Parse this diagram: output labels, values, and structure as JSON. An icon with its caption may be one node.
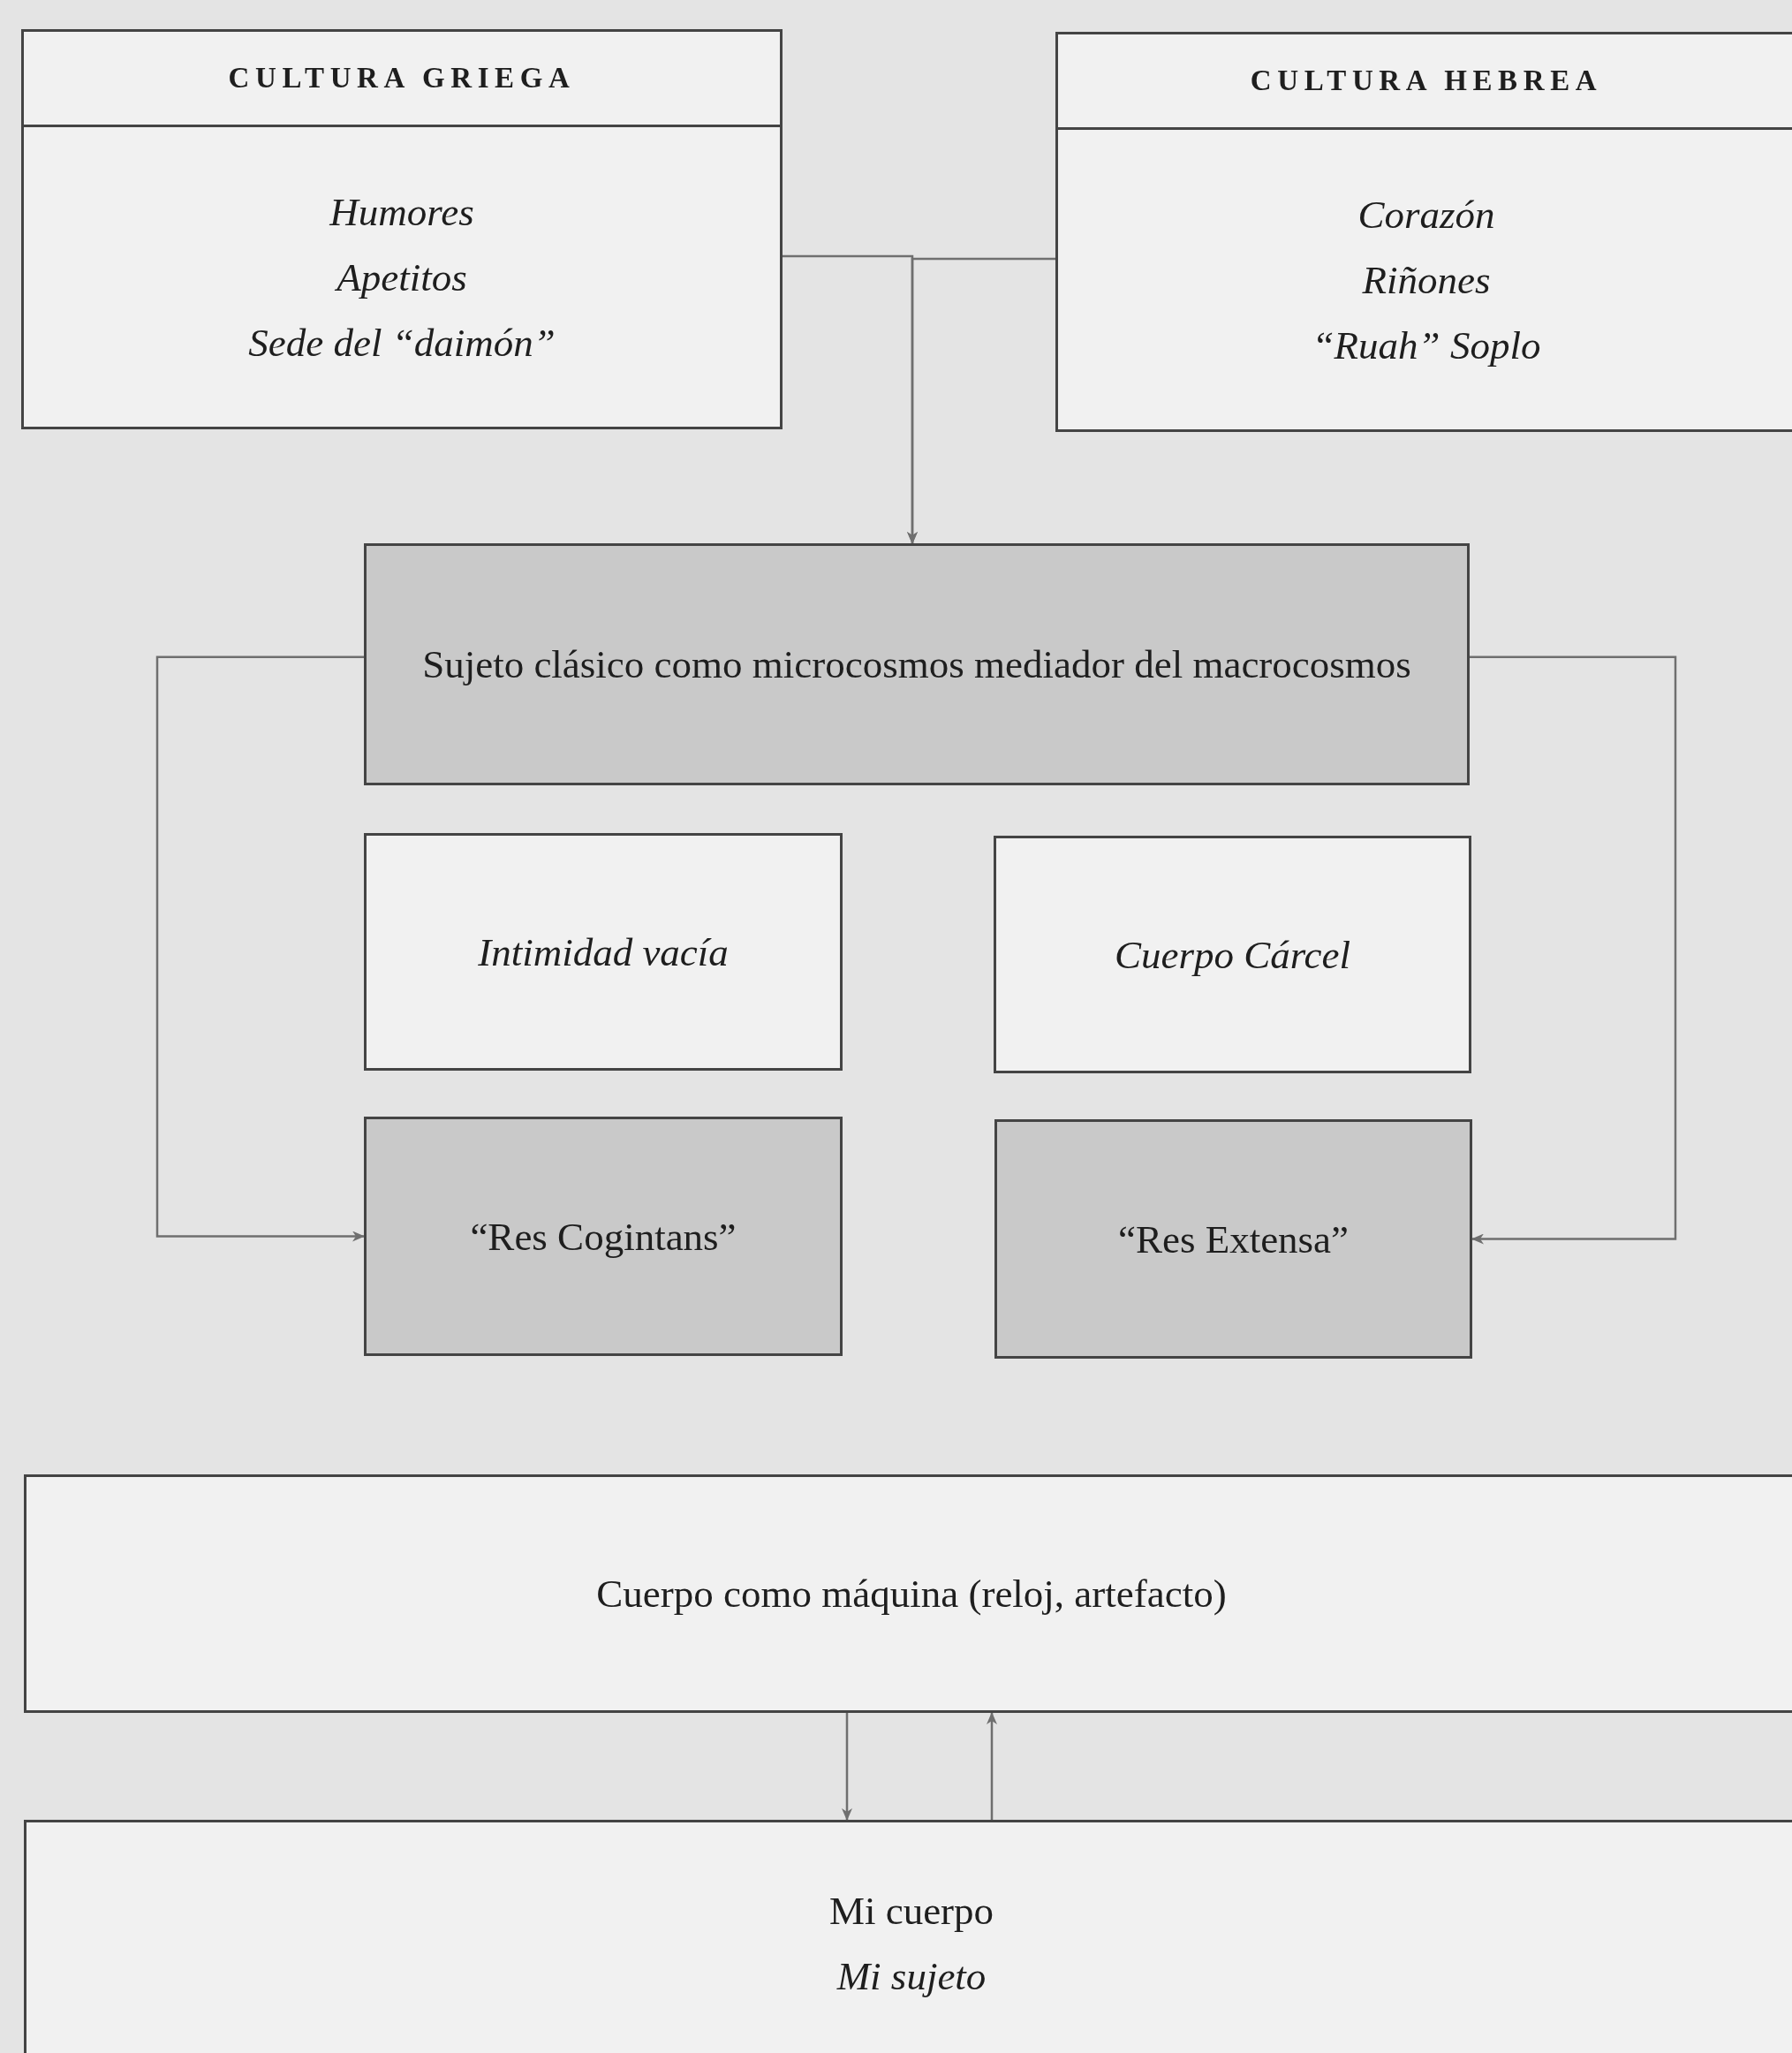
{
  "diagram": {
    "nodes": [
      {
        "text": [
          "CULTURA GRIEGA",
          "Humores",
          "Apetitos",
          "Sede del “daimón”"
        ]
      },
      {
        "text": [
          "CULTURA HEBREA",
          "Corazón",
          "Riñones",
          "“Ruah” Soplo"
        ]
      },
      {
        "text": [
          "Sujeto clásico como microcosmos mediador del macrocosmos"
        ]
      },
      {
        "text": [
          "Intimidad vacía"
        ]
      },
      {
        "text": [
          "Cuerpo Cárcel"
        ]
      },
      {
        "text": [
          "“Res Cogintans”"
        ]
      },
      {
        "text": [
          "“Res Extensa”"
        ]
      },
      {
        "text": [
          "Cuerpo como máquina (reloj, artefacto)"
        ]
      },
      {
        "text": [
          "Mi cuerpo",
          "Mi sujeto"
        ]
      }
    ],
    "edges": [
      {
        "from": 0,
        "to": 2,
        "arrow": "to"
      },
      {
        "from": 1,
        "to": 2,
        "arrow": "to"
      },
      {
        "from": 2,
        "to": 5,
        "arrow": "to"
      },
      {
        "from": 2,
        "to": 6,
        "arrow": "to"
      },
      {
        "from": 7,
        "to": 8,
        "arrow": "to"
      },
      {
        "from": 8,
        "to": 7,
        "arrow": "to"
      }
    ]
  }
}
